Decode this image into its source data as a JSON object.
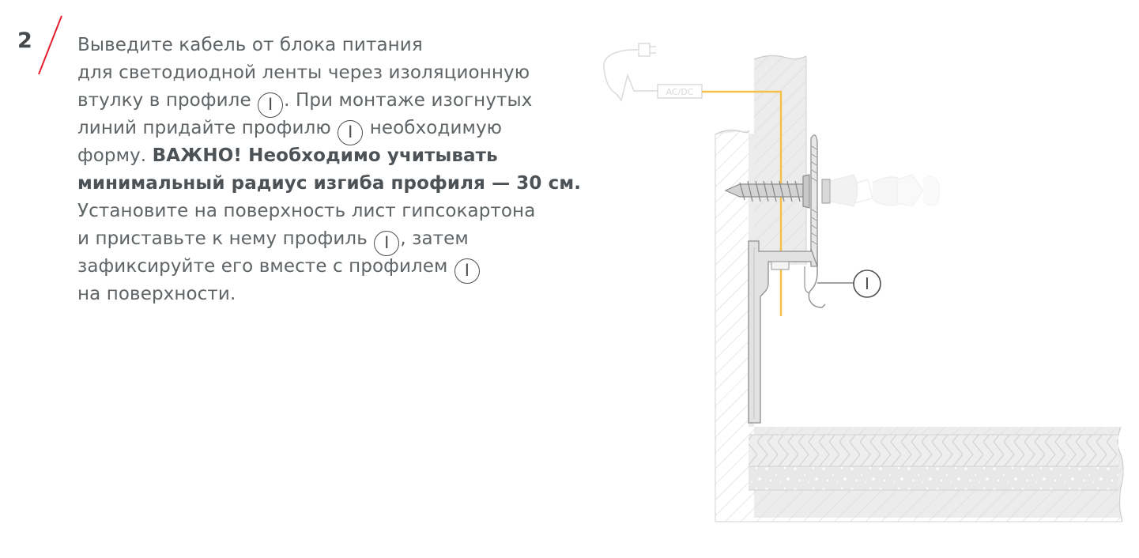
{
  "step": {
    "number": "2"
  },
  "text": {
    "l1": "Выведите кабель от блока питания",
    "l2": "для светодиодной ленты через изоляционную",
    "l3a": "втулку в профиле",
    "l3b": ". При монтаже изогнутых",
    "l4a": "линий придайте профилю",
    "l4b": "необходимую",
    "l5a": "форму.",
    "l5b": "ВАЖНО! Необходимо учитывать",
    "l6": "минимальный радиус изгиба профиля — 30 см.",
    "l7": "Установите на поверхность лист гипсокартона",
    "l8a": "и приставьте к нему профиль",
    "l8b": ", затем",
    "l9a": "зафиксируйте его вместе с профилем",
    "l10": "на поверхности."
  },
  "profile_marker": "I",
  "diagram": {
    "psu_label": "AC/DC",
    "callout": "I"
  },
  "colors": {
    "accent_red": "#e4202e",
    "cable_yellow": "#f5c04a",
    "text": "#5f6467",
    "wall_fill": "#ececec",
    "hatch": "#d7d7d7"
  }
}
